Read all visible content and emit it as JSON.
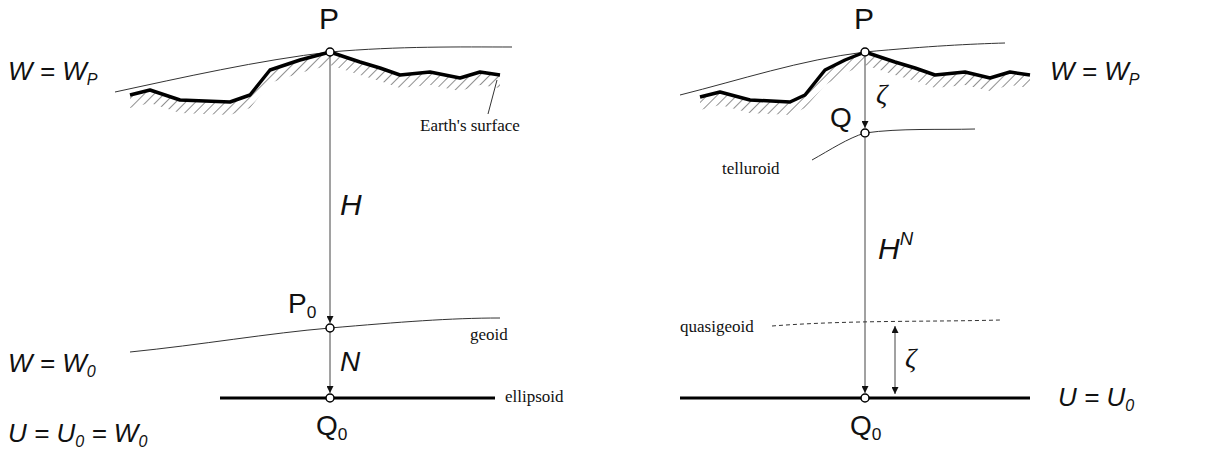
{
  "diagram": {
    "labels": [
      "P",
      "W = W",
      "P",
      "Earth's surface",
      "H",
      "P",
      "0",
      "geoid",
      "W = W",
      "0",
      "N",
      "U = U",
      "0",
      "= W",
      "0",
      "ellipsoid",
      "Q",
      "0",
      "P",
      "W = W",
      "P",
      "Q",
      "ζ",
      "telluroid",
      "H",
      "N",
      "quasigeoid",
      "ζ",
      "U = U",
      "0",
      "Q",
      "0"
    ]
  }
}
